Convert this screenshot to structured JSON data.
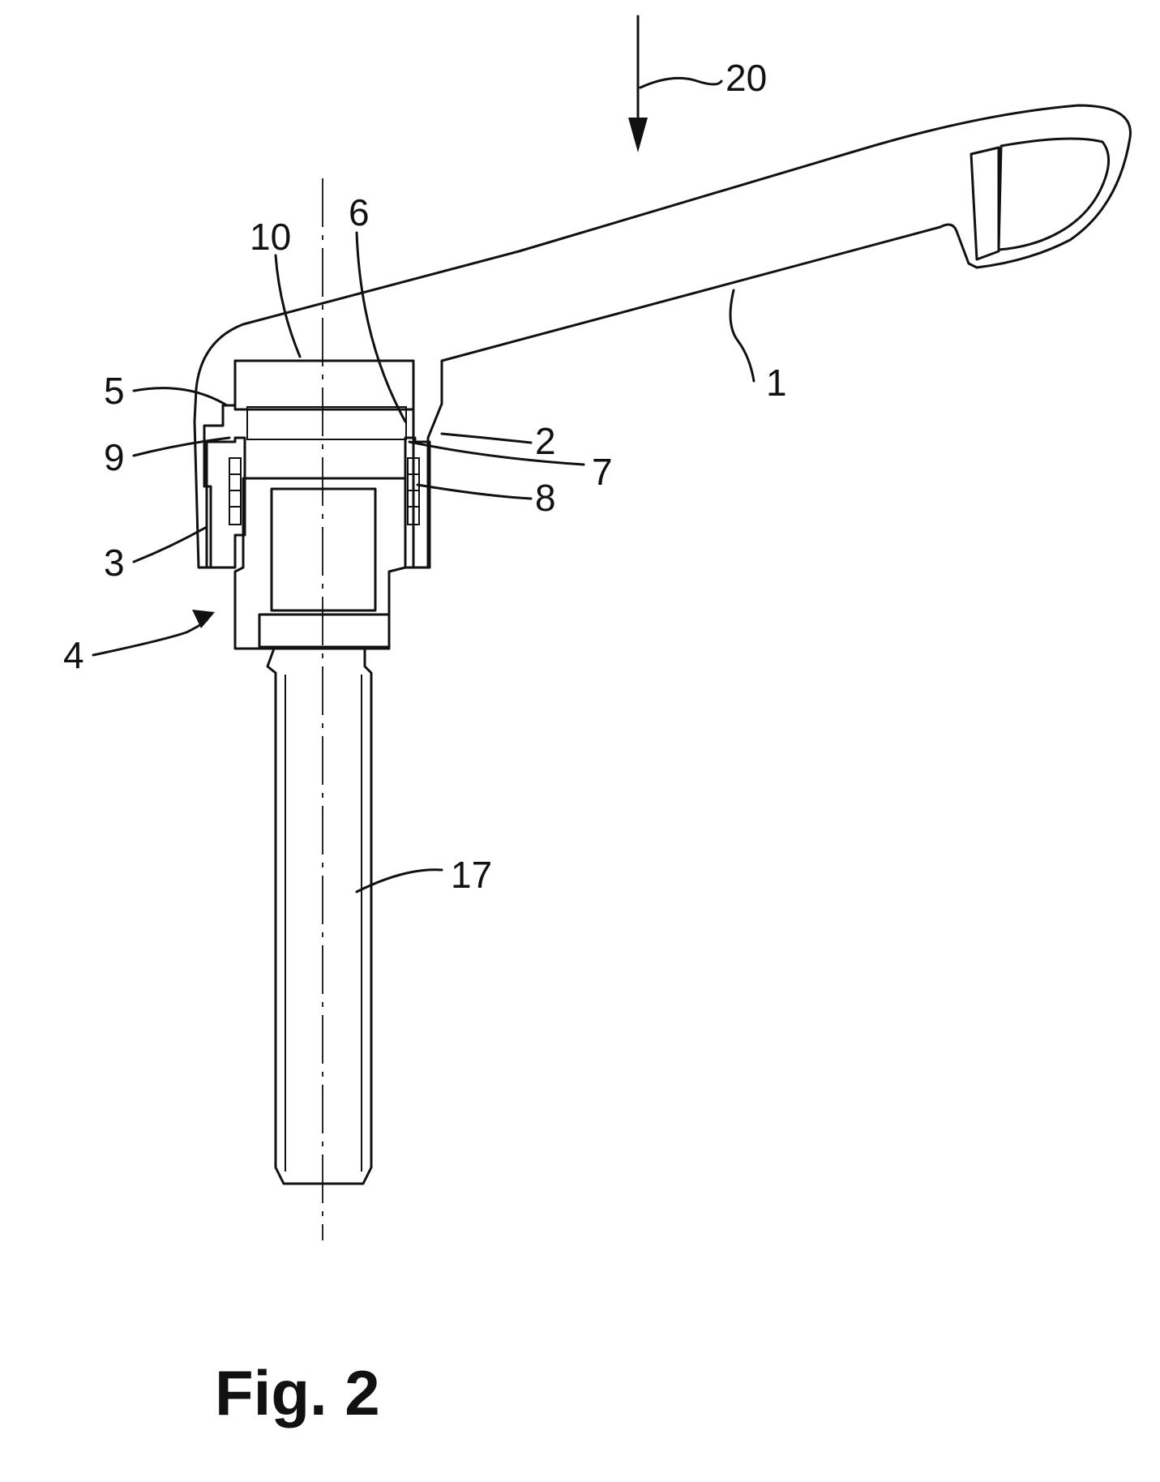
{
  "figure": {
    "caption": "Fig. 2",
    "labels": {
      "l1": "1",
      "l2": "2",
      "l3": "3",
      "l4": "4",
      "l5": "5",
      "l6": "6",
      "l7": "7",
      "l8": "8",
      "l9": "9",
      "l10": "10",
      "l17": "17",
      "l20": "20"
    }
  }
}
